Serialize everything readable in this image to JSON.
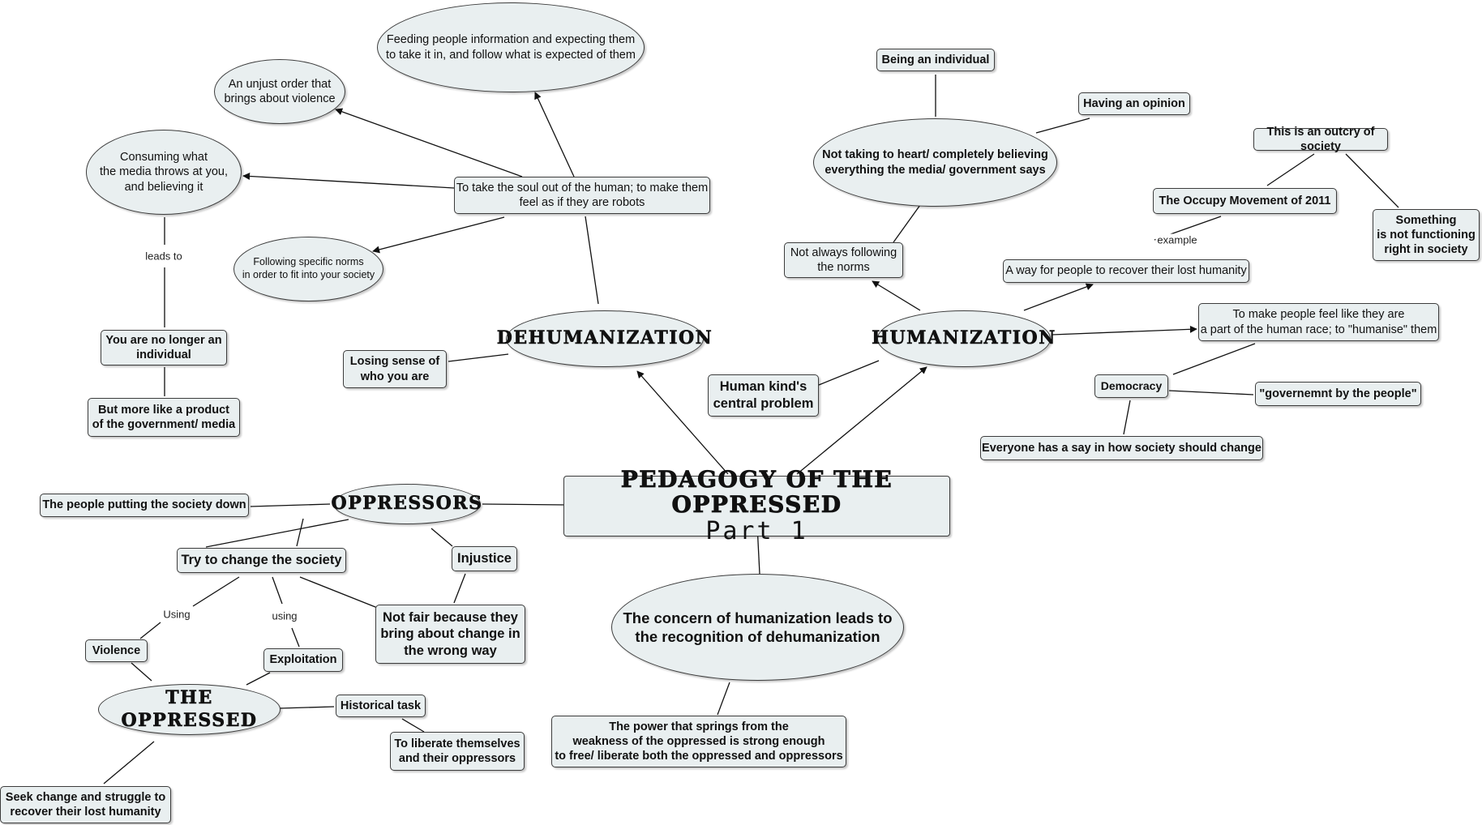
{
  "title": {
    "main": "PEDAGOGY OF THE OPPRESSED",
    "sub": "Part 1"
  },
  "nodes": {
    "dehumanization": "DEHUMANIZATION",
    "humanization": "HUMANIZATION",
    "oppressors": "OPPRESSORS",
    "the_oppressed": "THE OPPRESSED",
    "soul_out": "To take the soul out of the human; to make them\nfeel as if they are robots",
    "feeding_info": "Feeding people information and expecting them\nto take it in, and follow what is expected of them",
    "unjust_order": "An unjust order that\nbrings about violence",
    "consuming_media": "Consuming what\nthe media throws at you,\nand believing it",
    "following_norms": "Following specific norms\nin order to fit into your society",
    "no_longer_individual": "You are no longer an\nindividual",
    "product_of_gov": "But more like a product\nof the government/ media",
    "losing_sense": "Losing sense of\nwho you are",
    "human_kind": "Human kind's\ncentral problem",
    "not_always_norms": "Not always following\nthe norms",
    "not_taking_heart": "Not taking to heart/ completely believing\neverything the media/ government says",
    "being_individual": "Being an individual",
    "having_opinion": "Having an opinion",
    "way_recover": "A way for people to recover their lost humanity",
    "occupy": "The Occupy Movement of 2011",
    "outcry": "This is an outcry of society",
    "something_not": "Something\nis not functioning\nright in society",
    "make_feel": "To make people feel like they are\na part of the human race; to \"humanise\" them",
    "democracy": "Democracy",
    "gov_by_people": "\"governemnt by the people\"",
    "everyone_say": "Everyone has a say in how society should change",
    "people_putting": "The people putting the society down",
    "try_change": "Try to change the society",
    "injustice": "Injustice",
    "not_fair": "Not fair because they\nbring about change in\nthe wrong way",
    "violence": "Violence",
    "exploitation": "Exploitation",
    "historical_task": "Historical task",
    "to_liberate": "To liberate themselves\nand their oppressors",
    "seek_change": "Seek change and struggle to\nrecover their lost humanity",
    "concern": "The concern of humanization leads to\nthe recognition of dehumanization",
    "power_springs": "The power that springs from the\nweakness of the oppressed is strong enough\nto free/ liberate both the oppressed and oppressors"
  },
  "link_labels": {
    "leads_to": "leads to",
    "example": "example",
    "using_upper": "Using",
    "using_lower": "using"
  }
}
